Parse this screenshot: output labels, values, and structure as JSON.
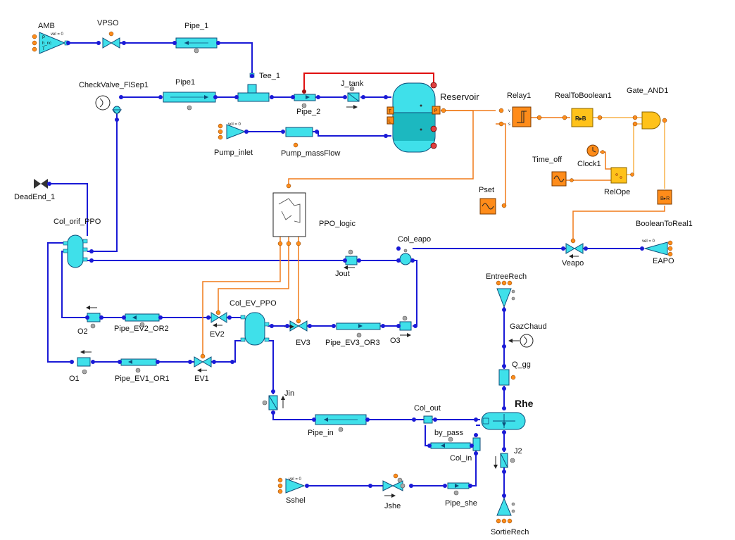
{
  "diagram": {
    "labels": {
      "amb": "AMB",
      "vpso": "VPSO",
      "pipe_1": "Pipe_1",
      "tee_1": "Tee_1",
      "checkvalve": "CheckValve_FlSep1",
      "pipe1": "Pipe1",
      "pipe_2": "Pipe_2",
      "j_tank": "J_tank",
      "reservoir": "Reservoir",
      "pump_inlet": "Pump_inlet",
      "pump_massflow": "Pump_massFlow",
      "relay1": "Relay1",
      "realtoboolean1": "RealToBoolean1",
      "gate_and1": "Gate_AND1",
      "time_off": "Time_off",
      "clock1": "Clock1",
      "relope": "RelOpe",
      "pset": "Pset",
      "booleantoreal1": "BooleanToReal1",
      "deadend_1": "DeadEnd_1",
      "col_orif_ppo": "Col_orif_PPO",
      "ppo_logic": "PPO_logic",
      "col_eapo": "Col_eapo",
      "veapo": "Veapo",
      "eapo": "EAPO",
      "jout": "Jout",
      "col_ev_ppo": "Col_EV_PPO",
      "o2": "O2",
      "pipe_ev2_or2": "Pipe_EV2_OR2",
      "ev2": "EV2",
      "ev3": "EV3",
      "pipe_ev3_or3": "Pipe_EV3_OR3",
      "o3": "O3",
      "o1": "O1",
      "pipe_ev1_or1": "Pipe_EV1_OR1",
      "ev1": "EV1",
      "entreerech": "EntreeRech",
      "gazchaud": "GazChaud",
      "q_gg": "Q_gg",
      "jin": "Jin",
      "pipe_in": "Pipe_in",
      "col_out": "Col_out",
      "rhe": "Rhe",
      "by_pass": "by_pass",
      "col_in": "Col_in",
      "j2": "J2",
      "sshel": "Sshel",
      "jshe": "Jshe",
      "pipe_she": "Pipe_she",
      "sortierech": "SortieRech"
    },
    "source_params": {
      "amb": "vel = 0",
      "pump_inlet": "vol = 0",
      "eapo": "vel = 0",
      "sshel": "vel = 0"
    },
    "relay_ports": {
      "top": "v",
      "bottom": "s"
    },
    "reservoir_ports": {
      "t": "T",
      "l": "L",
      "p": "P"
    },
    "colors": {
      "fluid_line": "#1a1ad6",
      "signal_line": "#f07a18",
      "boolean_line": "#f8b24a",
      "pressure_line": "#e01010",
      "component_fill": "#3fe0ea",
      "control_block": "#ff8c1a",
      "logic_block": "#ffc21a"
    }
  }
}
